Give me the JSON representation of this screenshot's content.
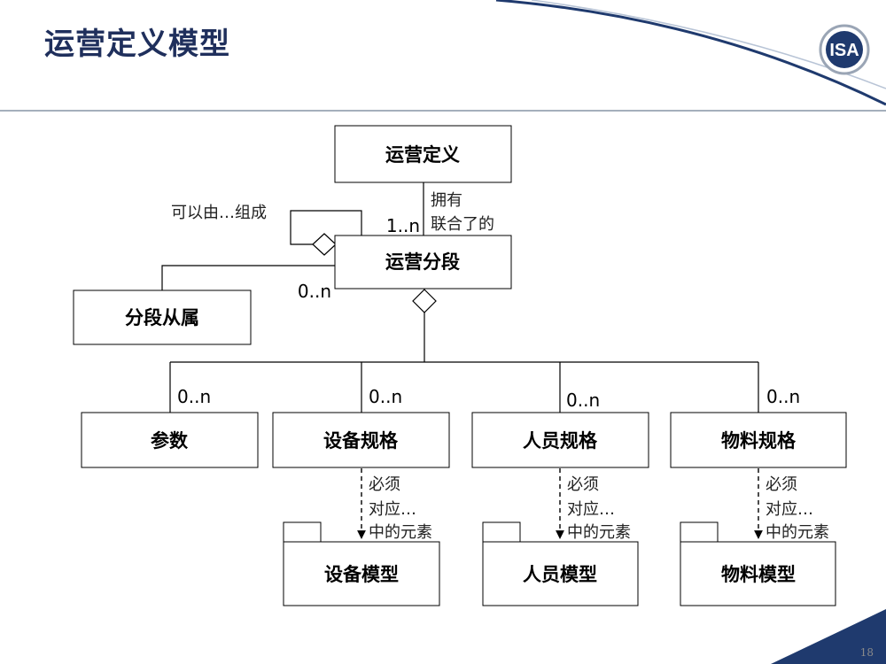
{
  "title": "运营定义模型",
  "page_number": "18",
  "logo_text": "ISA",
  "colors": {
    "title": "#1f2f5c",
    "line": "#000000",
    "banner": "#1f3a6e"
  },
  "boxes": {
    "definition": "运营定义",
    "segment": "运营分段",
    "dependency": "分段从属",
    "parameter": "参数",
    "equipment_spec": "设备规格",
    "personnel_spec": "人员规格",
    "material_spec": "物料规格",
    "equipment_model": "设备模型",
    "personnel_model": "人员模型",
    "material_model": "物料模型"
  },
  "labels": {
    "has_line1": "拥有",
    "has_line2": "联合了的",
    "self_comp": "可以由…组成",
    "m_1n": "1..n",
    "m_dep": "0..n",
    "m_param": "0..n",
    "m_equip": "0..n",
    "m_person": "0..n",
    "m_material": "0..n",
    "must1": "必须",
    "must2": "对应…",
    "must3": "中的元素"
  }
}
